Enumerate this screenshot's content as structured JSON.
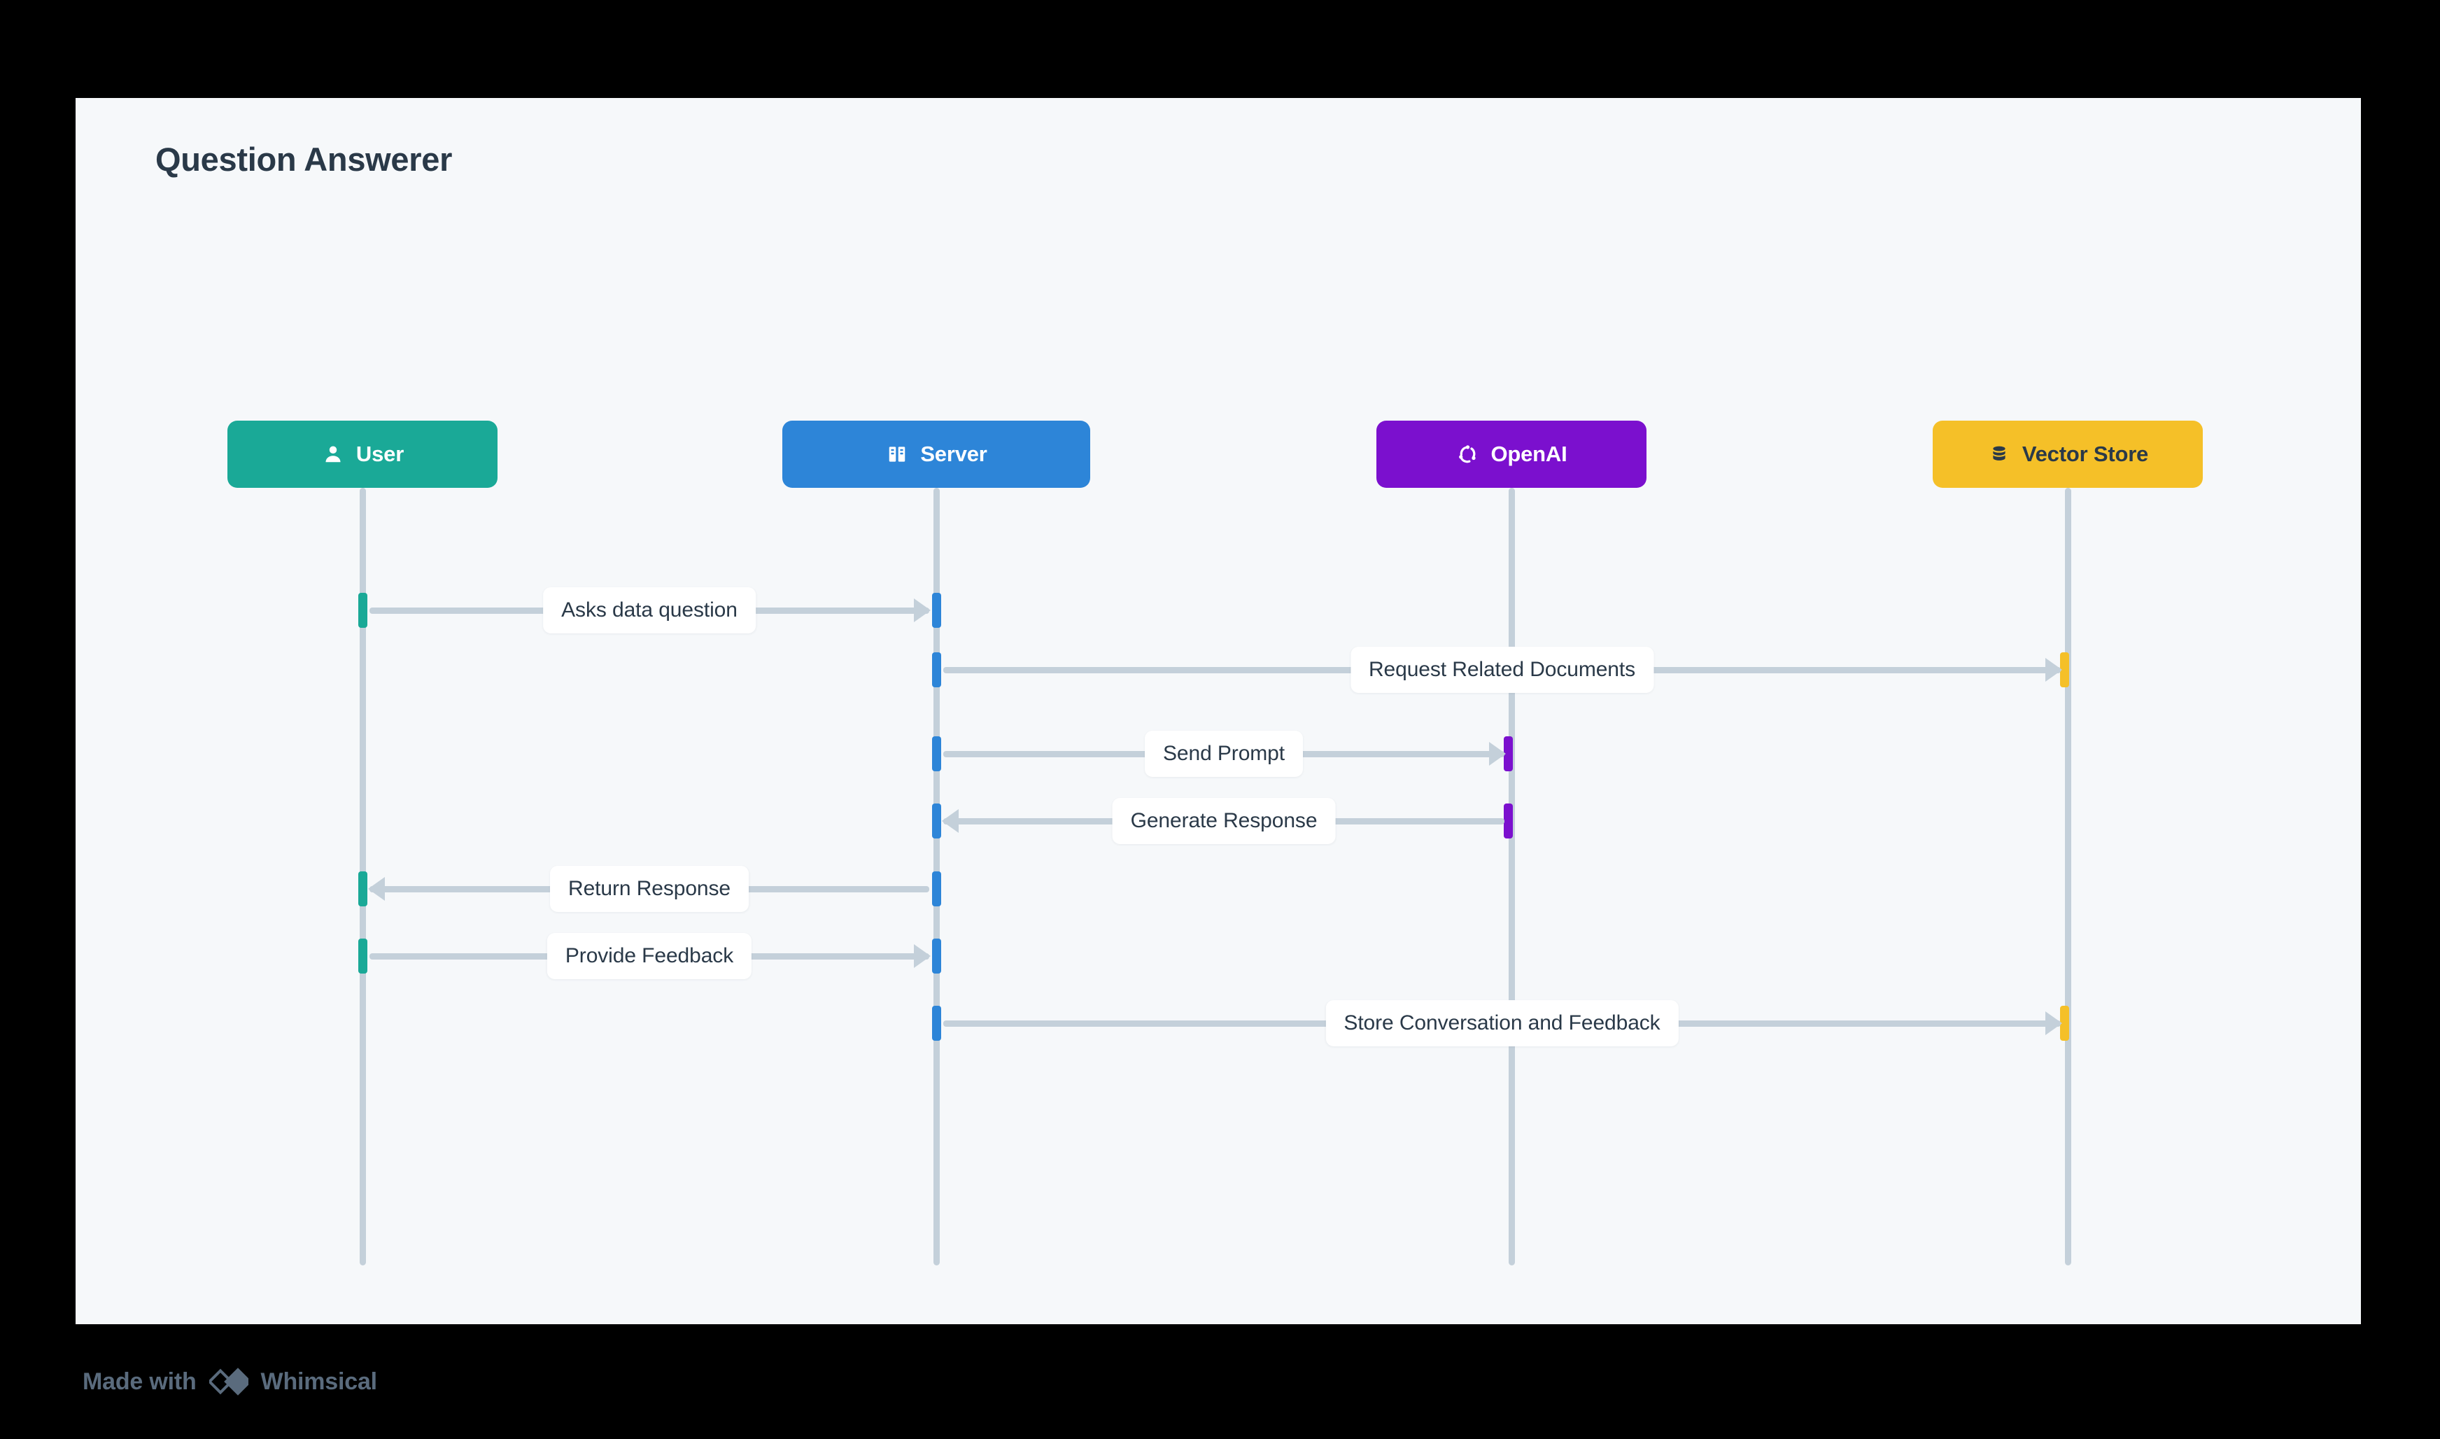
{
  "title": "Question Answerer",
  "colors": {
    "page_background": "#000000",
    "canvas_background": "#F6F8FA",
    "title_text": "#2A3948",
    "lifeline": "#C4D0DA",
    "arrow": "#C4D0DA",
    "label_background": "#FFFFFF",
    "label_text": "#2A3948",
    "user": "#1AA997",
    "server": "#2D85D8",
    "openai": "#7B10CE",
    "vector_store": "#F5C028",
    "watermark": "#5A6B7D"
  },
  "participants": [
    {
      "id": "user",
      "label": "User",
      "icon": "person-icon",
      "color": "#1AA997",
      "text_color": "#FFFFFF"
    },
    {
      "id": "server",
      "label": "Server",
      "icon": "server-icon",
      "color": "#2D85D8",
      "text_color": "#FFFFFF"
    },
    {
      "id": "openai",
      "label": "OpenAI",
      "icon": "openai-icon",
      "color": "#7B10CE",
      "text_color": "#FFFFFF"
    },
    {
      "id": "vector_store",
      "label": "Vector Store",
      "icon": "database-icon",
      "color": "#F5C028",
      "text_color": "#2A3948"
    }
  ],
  "messages": [
    {
      "label": "Asks data question",
      "from": "user",
      "to": "server",
      "direction": "right"
    },
    {
      "label": "Request Related Documents",
      "from": "server",
      "to": "vector_store",
      "direction": "right"
    },
    {
      "label": "Send Prompt",
      "from": "server",
      "to": "openai",
      "direction": "right"
    },
    {
      "label": "Generate Response",
      "from": "openai",
      "to": "server",
      "direction": "left"
    },
    {
      "label": "Return Response",
      "from": "server",
      "to": "user",
      "direction": "left"
    },
    {
      "label": "Provide Feedback",
      "from": "user",
      "to": "server",
      "direction": "right"
    },
    {
      "label": "Store Conversation and Feedback",
      "from": "server",
      "to": "vector_store",
      "direction": "right"
    }
  ],
  "footer": {
    "made_with": "Made with",
    "brand": "Whimsical"
  }
}
